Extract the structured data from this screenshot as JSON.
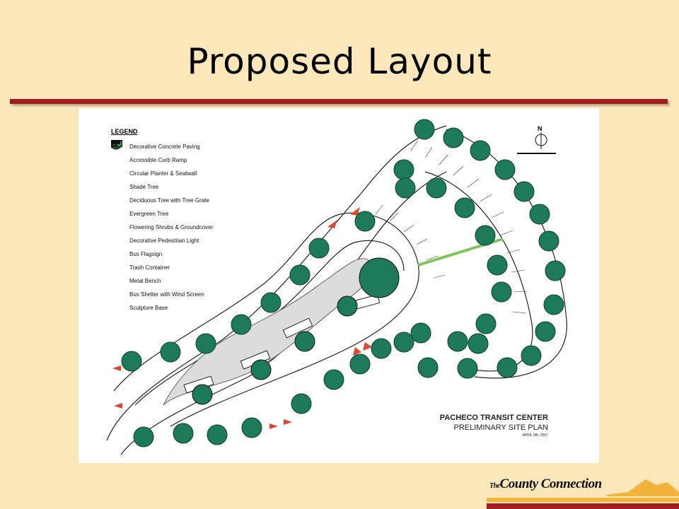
{
  "slide": {
    "title": "Proposed Layout"
  },
  "legend": {
    "heading": "LEGEND",
    "items": [
      {
        "label": "Decorative Concrete Paving",
        "icon": "paving-icon"
      },
      {
        "label": "Accessible Curb Ramp",
        "icon": "curb-ramp-icon"
      },
      {
        "label": "Circular Planter & Seatwall",
        "icon": "planter-icon"
      },
      {
        "label": "Shade Tree",
        "icon": "shade-tree-icon"
      },
      {
        "label": "Deciduous Tree with Tree Grate",
        "icon": "deciduous-tree-icon"
      },
      {
        "label": "Evergreen Tree",
        "icon": "evergreen-tree-icon"
      },
      {
        "label": "Flowering Shrubs & Groundcover",
        "icon": "shrubs-icon"
      },
      {
        "label": "Decorative Pedestrian Light",
        "icon": "pedestrian-light-icon"
      },
      {
        "label": "Bus Flagsign",
        "icon": "bus-flagsign-icon"
      },
      {
        "label": "Trash Container",
        "icon": "trash-container-icon"
      },
      {
        "label": "Metal Bench",
        "icon": "bench-icon"
      },
      {
        "label": "Bus Shelter with Wind Screen",
        "icon": "bus-shelter-icon"
      },
      {
        "label": "Sculpture Base",
        "icon": "sculpture-base-icon"
      }
    ]
  },
  "plan": {
    "title": "PACHECO TRANSIT CENTER",
    "subtitle": "PRELIMINARY SITE PLAN",
    "date": "APRIL 9th, 2007",
    "north": "N"
  },
  "logo": {
    "the": "The",
    "name": "County Connection"
  },
  "colors": {
    "background": "#fbe7b9",
    "rule": "#a31d1d",
    "tree": "#1e7b5a",
    "arrow": "#e0452f"
  }
}
